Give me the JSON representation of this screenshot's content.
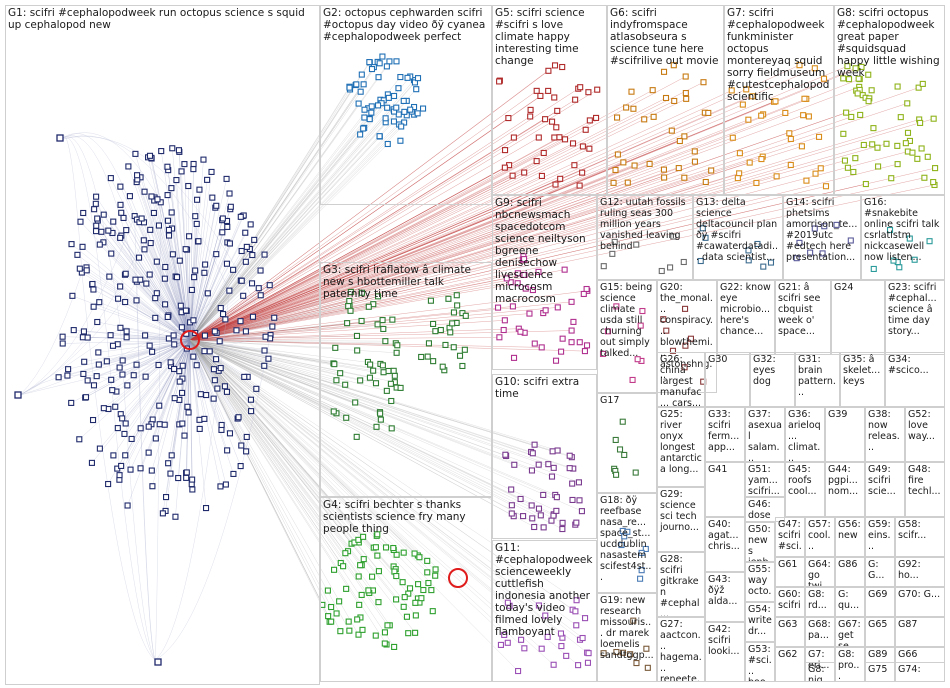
{
  "groups": [
    {
      "id": "G1",
      "label": "G1: scifri #cephalopodweek run octopus science s squid up cephalopod new",
      "color": "#1f2a6b"
    },
    {
      "id": "G2",
      "label": "G2: octopus cephwarden scifri #octopus day video ðÿ cyanea #cephalopodweek perfect",
      "color": "#1f6fb5"
    },
    {
      "id": "G3",
      "label": "G3: scifri iraflatow â climate new s hbottemiller talk paternity time",
      "color": "#2e7d32"
    },
    {
      "id": "G4",
      "label": "G4: scifri bechter s thanks scientists science fry many people thing",
      "color": "#2ea02e"
    },
    {
      "id": "G5",
      "label": "G5: scifri science #scifri s love climate happy interesting time change",
      "color": "#b02a2a"
    },
    {
      "id": "G6",
      "label": "G6: scifri indyfromspace atlasobseura s science tune here #scifrilive out movie",
      "color": "#c77a12"
    },
    {
      "id": "G7",
      "label": "G7: scifri #cephalopodweek funkminister octopus montereyaq squid sorry fieldmuseum #cutestcephalopod scientific",
      "color": "#d98c1a"
    },
    {
      "id": "G8",
      "label": "G8: scifri octopus #cephalopodweek great paper #squidsquad happy little wishing week",
      "color": "#8fb31a"
    },
    {
      "id": "G9",
      "label": "G9: scifri nbcnewsmach spacedotcom science neiltyson bgreene denisechow livescience microcosm macrocosm",
      "color": "#b0308f"
    },
    {
      "id": "G10",
      "label": "G10: scifri extra time",
      "color": "#7a3b8f"
    },
    {
      "id": "G11",
      "label": "G11: #cephalopodweek scienceweekly cuttlefish indonesia another today's video filmed lovely flamboyant",
      "color": "#9a4fb5"
    },
    {
      "id": "G12",
      "label": "G12: uutah fossils ruling seas 300 million years vanished leaving behind",
      "color": "#6b6b6b"
    },
    {
      "id": "G13",
      "label": "G13: delta science deltacouncil plan ðÿ #scifri #cawaterdatadi... data scientist...",
      "color": "#3b6b8f"
    },
    {
      "id": "G14",
      "label": "G14: scifri phetsims amorrison_te... #2019utc #edtech here presentation...",
      "color": "#5a5a9a"
    },
    {
      "id": "G15",
      "label": "G15: being science climate usda still churning out simply talked...",
      "color": "#c23b8a"
    },
    {
      "id": "G16",
      "label": "G16: #snakebite online scifri talk csrlatlstm nickcasewell now listen...",
      "color": "#2a9a9a"
    },
    {
      "id": "G17",
      "label": "G17",
      "color": "#3a7a3a"
    },
    {
      "id": "G18",
      "label": "G18: ðÿ reefbase nasa_re... space_st... ucddublin nasastem scifest4st...",
      "color": "#4a7ab5"
    },
    {
      "id": "G19",
      "label": "G19: new research missouris... dr marek loemelis sandtggp...",
      "color": "#7a5a3a"
    },
    {
      "id": "G20",
      "label": "G20: the_monal... conspiracy... blowthemi... astonshng...",
      "color": "#8a3a3a"
    },
    {
      "id": "G21",
      "label": "G21: â scifri see cbquist week o' space...",
      "color": "#8a6a2a"
    },
    {
      "id": "G22",
      "label": "G22: know eye microbio... here's chance...",
      "color": "#3a3a8a"
    },
    {
      "id": "G23",
      "label": "G23: scifri #cephal... science â time day story...",
      "color": "#3a8a6a"
    },
    {
      "id": "G24",
      "label": "G24",
      "color": "#8a8a3a"
    },
    {
      "id": "G25",
      "label": "G25: river onyx longest antarctica long...",
      "color": "#3a6a8a"
    },
    {
      "id": "G26",
      "label": "G26: china largest manufac... cars...",
      "color": "#5a3a8a"
    },
    {
      "id": "G27",
      "label": "G27: aactcon... hagema... reneete...",
      "color": "#8a5a6a"
    },
    {
      "id": "G28",
      "label": "G28: scifri gitkraken #cephal...",
      "color": "#2a7a5a"
    },
    {
      "id": "G29",
      "label": "G29: science sci tech journo...",
      "color": "#6a7a2a"
    },
    {
      "id": "G30",
      "label": "G30",
      "color": "#7a4a2a"
    },
    {
      "id": "G31",
      "label": "G31: brain pattern...",
      "color": "#4a4a4a"
    },
    {
      "id": "G32",
      "label": "G32: eyes dog",
      "color": "#6a2a6a"
    },
    {
      "id": "G33",
      "label": "G33: scifri ferm... app...",
      "color": "#2a5a7a"
    },
    {
      "id": "G34",
      "label": "G34: #scico...",
      "color": "#5a7a5a"
    },
    {
      "id": "G35",
      "label": "G35: â skelet... keys",
      "color": "#7a6a5a"
    },
    {
      "id": "G36",
      "label": "G36: arieloq... climat...",
      "color": "#4a6a7a"
    },
    {
      "id": "G37",
      "label": "G37: asexual salam...",
      "color": "#6a5a4a"
    },
    {
      "id": "G38",
      "label": "G38: now releas...",
      "color": "#5a4a6a"
    },
    {
      "id": "G39",
      "label": "G39",
      "color": "#4a7a6a"
    },
    {
      "id": "G40",
      "label": "G40: agat... chris...",
      "color": "#7a5a5a"
    },
    {
      "id": "G41",
      "label": "G41",
      "color": "#5a6a4a"
    },
    {
      "id": "G42",
      "label": "G42: scifri looki...",
      "color": "#6a4a5a"
    },
    {
      "id": "G43",
      "label": "G43: ðÿž alda...",
      "color": "#4a5a6a"
    },
    {
      "id": "G44",
      "label": "G44: pgpi... nom...",
      "color": "#6a6a4a"
    },
    {
      "id": "G45",
      "label": "G45: roofs cool...",
      "color": "#5a5a7a"
    },
    {
      "id": "G46",
      "label": "G46: dose",
      "color": "#7a4a6a"
    },
    {
      "id": "G47",
      "label": "G47: scifri #sci...",
      "color": "#4a6a5a"
    },
    {
      "id": "G48",
      "label": "G48: fire techl...",
      "color": "#6a5a6a"
    },
    {
      "id": "G49",
      "label": "G49: scifri scie...",
      "color": "#5a6a6a"
    },
    {
      "id": "G50",
      "label": "G50: news jenb...",
      "color": "#6a4a4a"
    },
    {
      "id": "G51",
      "label": "G51: yam... scifri...",
      "color": "#4a4a6a"
    },
    {
      "id": "G52",
      "label": "G52: love way...",
      "color": "#5a7a4a"
    },
    {
      "id": "G53",
      "label": "G53: #sci... boo...",
      "color": "#7a5a4a"
    },
    {
      "id": "G54",
      "label": "G54: write dr...",
      "color": "#4a5a4a"
    },
    {
      "id": "G55",
      "label": "G55: way octo...",
      "color": "#6a6a6a"
    },
    {
      "id": "G56",
      "label": "G56: new",
      "color": "#5a4a4a"
    },
    {
      "id": "G57",
      "label": "G57: cool...",
      "color": "#4a6a6a"
    },
    {
      "id": "G58",
      "label": "G58: scifr...",
      "color": "#6a5a5a"
    },
    {
      "id": "G59",
      "label": "G59: eins...",
      "color": "#5a5a5a"
    },
    {
      "id": "G60",
      "label": "G60: scifri...",
      "color": "#4a5a5a"
    },
    {
      "id": "G61",
      "label": "G61",
      "color": "#6a4a6a"
    },
    {
      "id": "G62",
      "label": "G62",
      "color": "#5a6a5a"
    },
    {
      "id": "G63",
      "label": "G63",
      "color": "#4a4a5a"
    },
    {
      "id": "G64",
      "label": "G64: go twi...",
      "color": "#6a6a5a"
    },
    {
      "id": "G65",
      "label": "G65",
      "color": "#5a4a5a"
    },
    {
      "id": "G66",
      "label": "G66",
      "color": "#4a6a4a"
    },
    {
      "id": "G67",
      "label": "G67: get se...",
      "color": "#6a5a4a"
    },
    {
      "id": "G68",
      "label": "G68: pa...",
      "color": "#5a5a4a"
    },
    {
      "id": "G69",
      "label": "G69",
      "color": "#4a5a6a"
    },
    {
      "id": "G70",
      "label": "G70: G...",
      "color": "#6a4a5a"
    },
    {
      "id": "G71",
      "label": "G7: eri...",
      "color": "#5a6a4a"
    },
    {
      "id": "G72",
      "label": "G8: pro...",
      "color": "#4a4a4a"
    },
    {
      "id": "G73",
      "label": "G: qu...",
      "color": "#6a6a6a"
    },
    {
      "id": "G74",
      "label": "G74:",
      "color": "#5a5a6a"
    },
    {
      "id": "G75",
      "label": "G75",
      "color": "#4a6a5a"
    },
    {
      "id": "G76",
      "label": "G8: rd...",
      "color": "#6a5a6a"
    },
    {
      "id": "G77",
      "label": "G87",
      "color": "#5a4a6a"
    },
    {
      "id": "G78",
      "label": "G8: nig...",
      "color": "#4a5a4a"
    },
    {
      "id": "G79",
      "label": "G89",
      "color": "#6a4a4a"
    },
    {
      "id": "G80",
      "label": "G86",
      "color": "#5a6a6a"
    },
    {
      "id": "G81",
      "label": "G92: ho...",
      "color": "#4a4a6a"
    },
    {
      "id": "G82",
      "label": "G: G...",
      "color": "#6a6a4a"
    }
  ]
}
